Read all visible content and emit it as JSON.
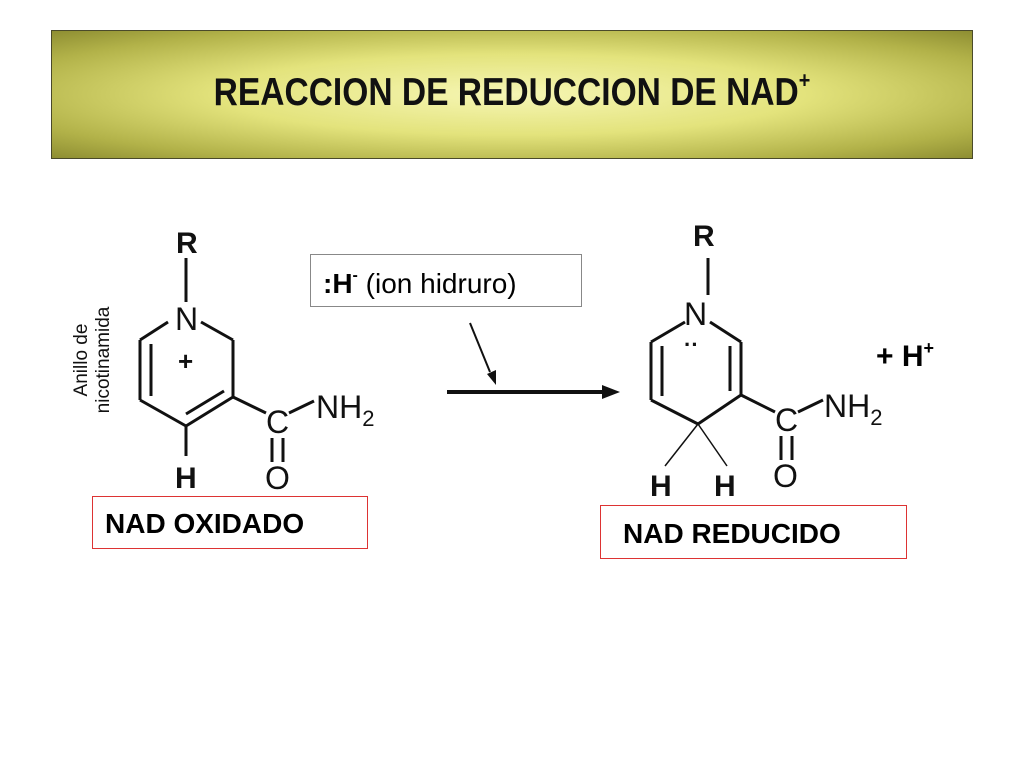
{
  "title": {
    "main": "REACCION DE REDUCCION DE NAD",
    "superscript": "+"
  },
  "hydride": {
    "symbol": ":H",
    "charge": "-",
    "description": "(ion hidruro)"
  },
  "ring_label": {
    "line1": "Anillo de",
    "line2": "nicotinamida"
  },
  "oxidized": {
    "name": "NAD OXIDADO",
    "atoms": {
      "r": "R",
      "n": "N",
      "charge": "+",
      "c": "C",
      "nh2": "NH",
      "nh2_sub": "2",
      "o": "O",
      "h": "H"
    }
  },
  "reduced": {
    "name": "NAD REDUCIDO",
    "atoms": {
      "r": "R",
      "n": "N",
      "lone_pair": "··",
      "c": "C",
      "nh2": "NH",
      "nh2_sub": "2",
      "o": "O",
      "h1": "H",
      "h2": "H"
    }
  },
  "proton": {
    "plus": "+",
    "symbol": "H",
    "charge": "+"
  }
}
